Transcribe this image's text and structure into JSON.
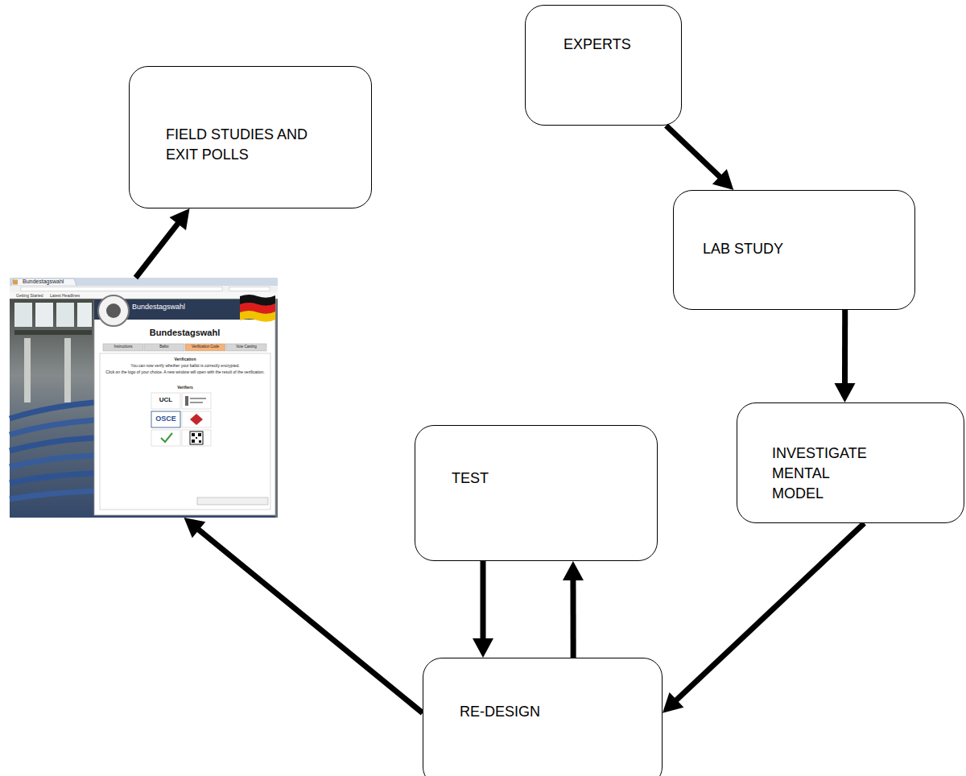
{
  "diagram": {
    "nodes": [
      {
        "text": [
          "EXPERTS"
        ]
      },
      {
        "text": [
          "FIELD STUDIES AND EXIT POLLS"
        ]
      },
      {
        "text": [
          "LAB STUDY"
        ]
      },
      {
        "text": [
          "Bundestagswahl",
          "Getting Started",
          "Latest Headlines",
          "Bundestagswahl",
          "Bundestagswahl",
          "Instructions",
          "Ballot",
          "Verification Code",
          "Vote Casting",
          "Verification",
          "You can now verify whether your ballot is correctly encrypted.",
          "Click on the logo of your choice. A new window will open with the result of the verification.",
          "Verifiers",
          "UCL",
          "OSCE"
        ]
      },
      {
        "text": [
          "TEST"
        ]
      },
      {
        "text": [
          "INVESTIGATE MENTAL MODEL"
        ]
      },
      {
        "text": [
          "RE-DESIGN"
        ]
      }
    ],
    "edges": [
      {
        "from": 0,
        "to": 2,
        "arrow": "to"
      },
      {
        "from": 2,
        "to": 5,
        "arrow": "to"
      },
      {
        "from": 5,
        "to": 6,
        "arrow": "to"
      },
      {
        "from": 4,
        "to": 6,
        "arrow": "to"
      },
      {
        "from": 6,
        "to": 4,
        "arrow": "to"
      },
      {
        "from": 6,
        "to": 3,
        "arrow": "to"
      },
      {
        "from": 3,
        "to": 1,
        "arrow": "to"
      }
    ]
  }
}
